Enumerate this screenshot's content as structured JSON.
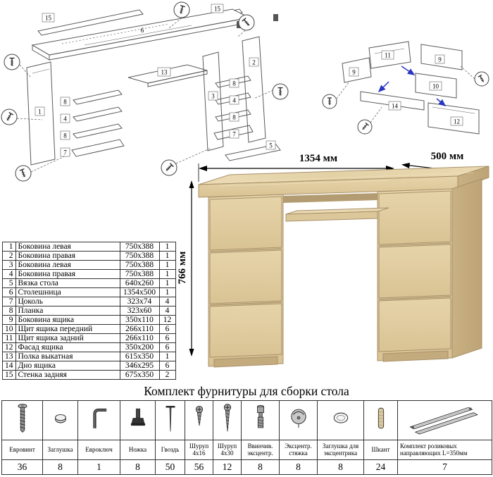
{
  "parts_table": {
    "rows": [
      {
        "num": "1",
        "name": "Боковина левая",
        "size": "750x388",
        "qty": "1"
      },
      {
        "num": "2",
        "name": "Боковина правая",
        "size": "750x388",
        "qty": "1"
      },
      {
        "num": "3",
        "name": "Боковина левая",
        "size": "750x388",
        "qty": "1"
      },
      {
        "num": "4",
        "name": "Боковина правая",
        "size": "750x388",
        "qty": "1"
      },
      {
        "num": "5",
        "name": "Вязка стола",
        "size": "640x260",
        "qty": "1"
      },
      {
        "num": "6",
        "name": "Столешница",
        "size": "1354x500",
        "qty": "1"
      },
      {
        "num": "7",
        "name": "Цоколь",
        "size": "323x74",
        "qty": "4"
      },
      {
        "num": "8",
        "name": "Планка",
        "size": "323x60",
        "qty": "4"
      },
      {
        "num": "9",
        "name": "Боковина ящика",
        "size": "350x110",
        "qty": "12"
      },
      {
        "num": "10",
        "name": "Щит ящика передний",
        "size": "266x110",
        "qty": "6"
      },
      {
        "num": "11",
        "name": "Щит ящика задний",
        "size": "266x110",
        "qty": "6"
      },
      {
        "num": "12",
        "name": "Фасад ящика",
        "size": "350x200",
        "qty": "6"
      },
      {
        "num": "13",
        "name": "Полка выкатная",
        "size": "615x350",
        "qty": "1"
      },
      {
        "num": "14",
        "name": "Дно ящика",
        "size": "346x295",
        "qty": "6"
      },
      {
        "num": "15",
        "name": "Стенка задняя",
        "size": "675x350",
        "qty": "2"
      }
    ]
  },
  "desk": {
    "dims": {
      "width": "1354 мм",
      "depth": "500 мм",
      "height": "766 мм"
    }
  },
  "hardware": {
    "title": "Комплект фурнитуры для сборки стола",
    "items": [
      {
        "icon": "euroscrew-icon",
        "label": "Евровинт",
        "qty": "36"
      },
      {
        "icon": "cap-icon",
        "label": "Заглушка",
        "qty": "8"
      },
      {
        "icon": "hexkey-icon",
        "label": "Евроключ",
        "qty": "1"
      },
      {
        "icon": "leg-icon",
        "label": "Ножка",
        "qty": "8"
      },
      {
        "icon": "nail-icon",
        "label": "Гвоздь",
        "qty": "50"
      },
      {
        "icon": "screw-4x16-icon",
        "label": "Шуруп 4x16",
        "qty": "56"
      },
      {
        "icon": "screw-4x30-icon",
        "label": "Шуруп 4x30",
        "qty": "12"
      },
      {
        "icon": "screwin-eccentric-icon",
        "label": "Ввинчив. эксцентр.",
        "qty": "8"
      },
      {
        "icon": "eccentric-cam-icon",
        "label": "Эксцентр. стяжка",
        "qty": "8"
      },
      {
        "icon": "eccentric-cap-icon",
        "label": "Заглушка для эксцентрика",
        "qty": "8"
      },
      {
        "icon": "dowel-icon",
        "label": "Шкант",
        "qty": "24"
      },
      {
        "icon": "roller-slides-icon",
        "label": "Комплект роликовых направляющих L=350мм",
        "qty": "7"
      }
    ]
  },
  "diagram_main": {
    "labels": [
      "15",
      "6",
      "15",
      "1",
      "8",
      "4",
      "8",
      "7",
      "13",
      "3",
      "2",
      "8",
      "4",
      "8",
      "7",
      "5"
    ]
  },
  "diagram_drawer": {
    "labels": [
      "11",
      "9",
      "10",
      "14",
      "12",
      "9"
    ]
  }
}
